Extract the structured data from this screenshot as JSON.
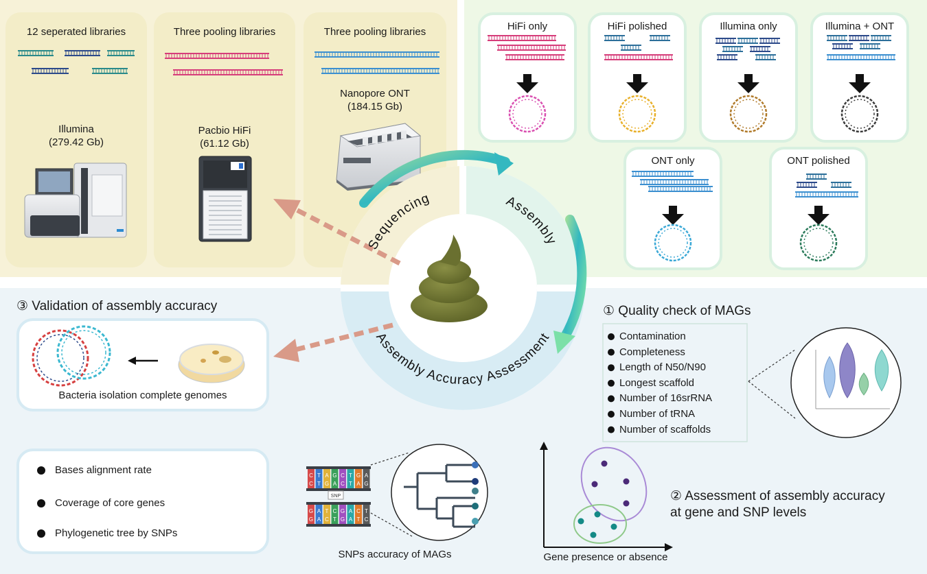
{
  "sequencing": {
    "libraries": [
      {
        "title": "12 seperated libraries",
        "platform": "Illumina",
        "volume": "(279.42 Gb)"
      },
      {
        "title": "Three pooling libraries",
        "platform": "Pacbio HiFi",
        "volume": "(61.12 Gb)"
      },
      {
        "title": "Three pooling libraries",
        "platform": "Nanopore ONT",
        "volume": "(184.15 Gb)"
      }
    ]
  },
  "assembly": {
    "strategies": [
      "HiFi only",
      "HiFi polished",
      "Illumina only",
      "Illumina + ONT",
      "ONT only",
      "ONT polished"
    ]
  },
  "cycle": {
    "sequencing_label": "Sequencing",
    "assembly_label": "Assembly",
    "assessment_label": "Assembly Accuracy Assessment"
  },
  "validation": {
    "title": "③ Validation of assembly accuracy",
    "caption": "Bacteria isolation complete genomes"
  },
  "quality": {
    "title": "① Quality check of MAGs",
    "items": [
      "Contamination",
      "Completeness",
      "Length of N50/N90",
      "Longest scaffold",
      "Number of 16srRNA",
      "Number of tRNA",
      "Number of scaffolds"
    ]
  },
  "metrics": {
    "items": [
      "Bases alignment rate",
      "Coverage of core genes",
      "Phylogenetic tree by SNPs"
    ]
  },
  "snp": {
    "caption": "SNPs accuracy of MAGs",
    "top_bases": [
      "C",
      "T",
      "A",
      "G",
      "C",
      "T",
      "G",
      "A"
    ],
    "bottom_bases": [
      "G",
      "A",
      "T",
      "C",
      "G",
      "A",
      "C",
      "T"
    ],
    "tag": "SNP"
  },
  "gene": {
    "title_line1": "② Assessment of assembly accuracy",
    "title_line2": "at gene and SNP levels",
    "xlabel": "Gene presence or absence"
  },
  "colors": {
    "seq_bg": "#f7f2d8",
    "asm_bg": "#eef8e6",
    "bottom_bg": "#edf4f8",
    "hifi_pink": "#d63d7a",
    "ont_blue": "#3b8fd0",
    "illumina_navy": "#2c4a8a",
    "arrow_salmon": "#d99a88",
    "cycle_teal": "#3fb8b8"
  }
}
